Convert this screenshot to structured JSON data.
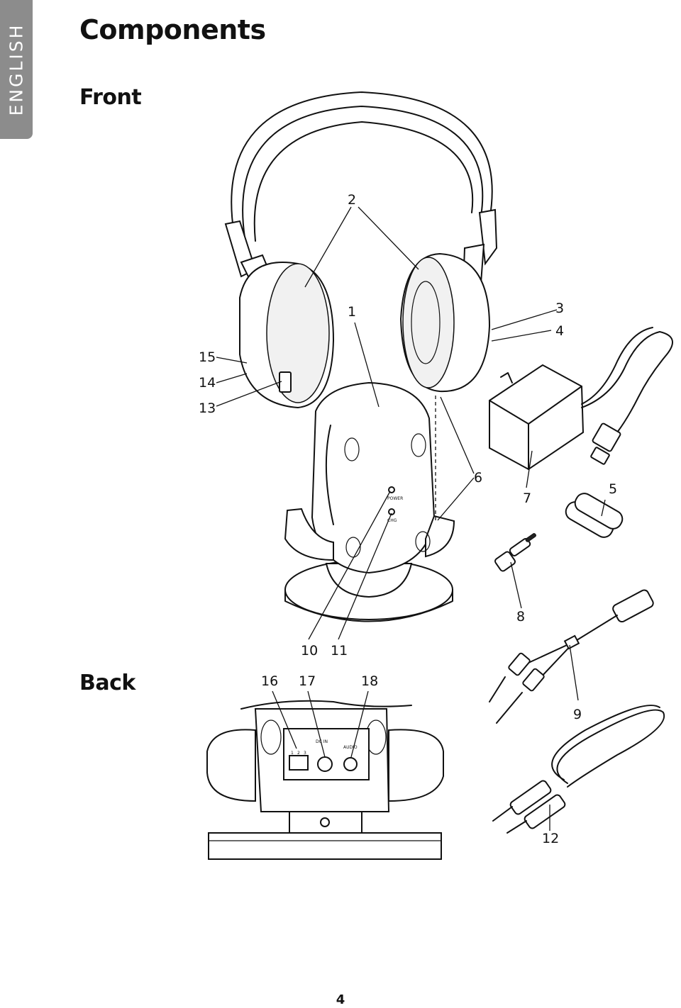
{
  "sidebar": {
    "language_tab": "ENGLISH"
  },
  "header": {
    "title": "Components"
  },
  "sections": {
    "front": "Front",
    "back": "Back"
  },
  "callouts": {
    "c1": "1",
    "c2": "2",
    "c3": "3",
    "c4": "4",
    "c5": "5",
    "c6": "6",
    "c7": "7",
    "c8": "8",
    "c9": "9",
    "c10": "10",
    "c11": "11",
    "c12": "12",
    "c13": "13",
    "c14": "14",
    "c15": "15",
    "c16": "16",
    "c17": "17",
    "c18": "18"
  },
  "device_labels": {
    "power": "POWER",
    "charge": "CHG",
    "dc_in": "DC IN",
    "audio": "AUDIO",
    "channel_1": "1",
    "channel_2": "2",
    "channel_3": "3"
  },
  "footer": {
    "page_number": "4"
  }
}
